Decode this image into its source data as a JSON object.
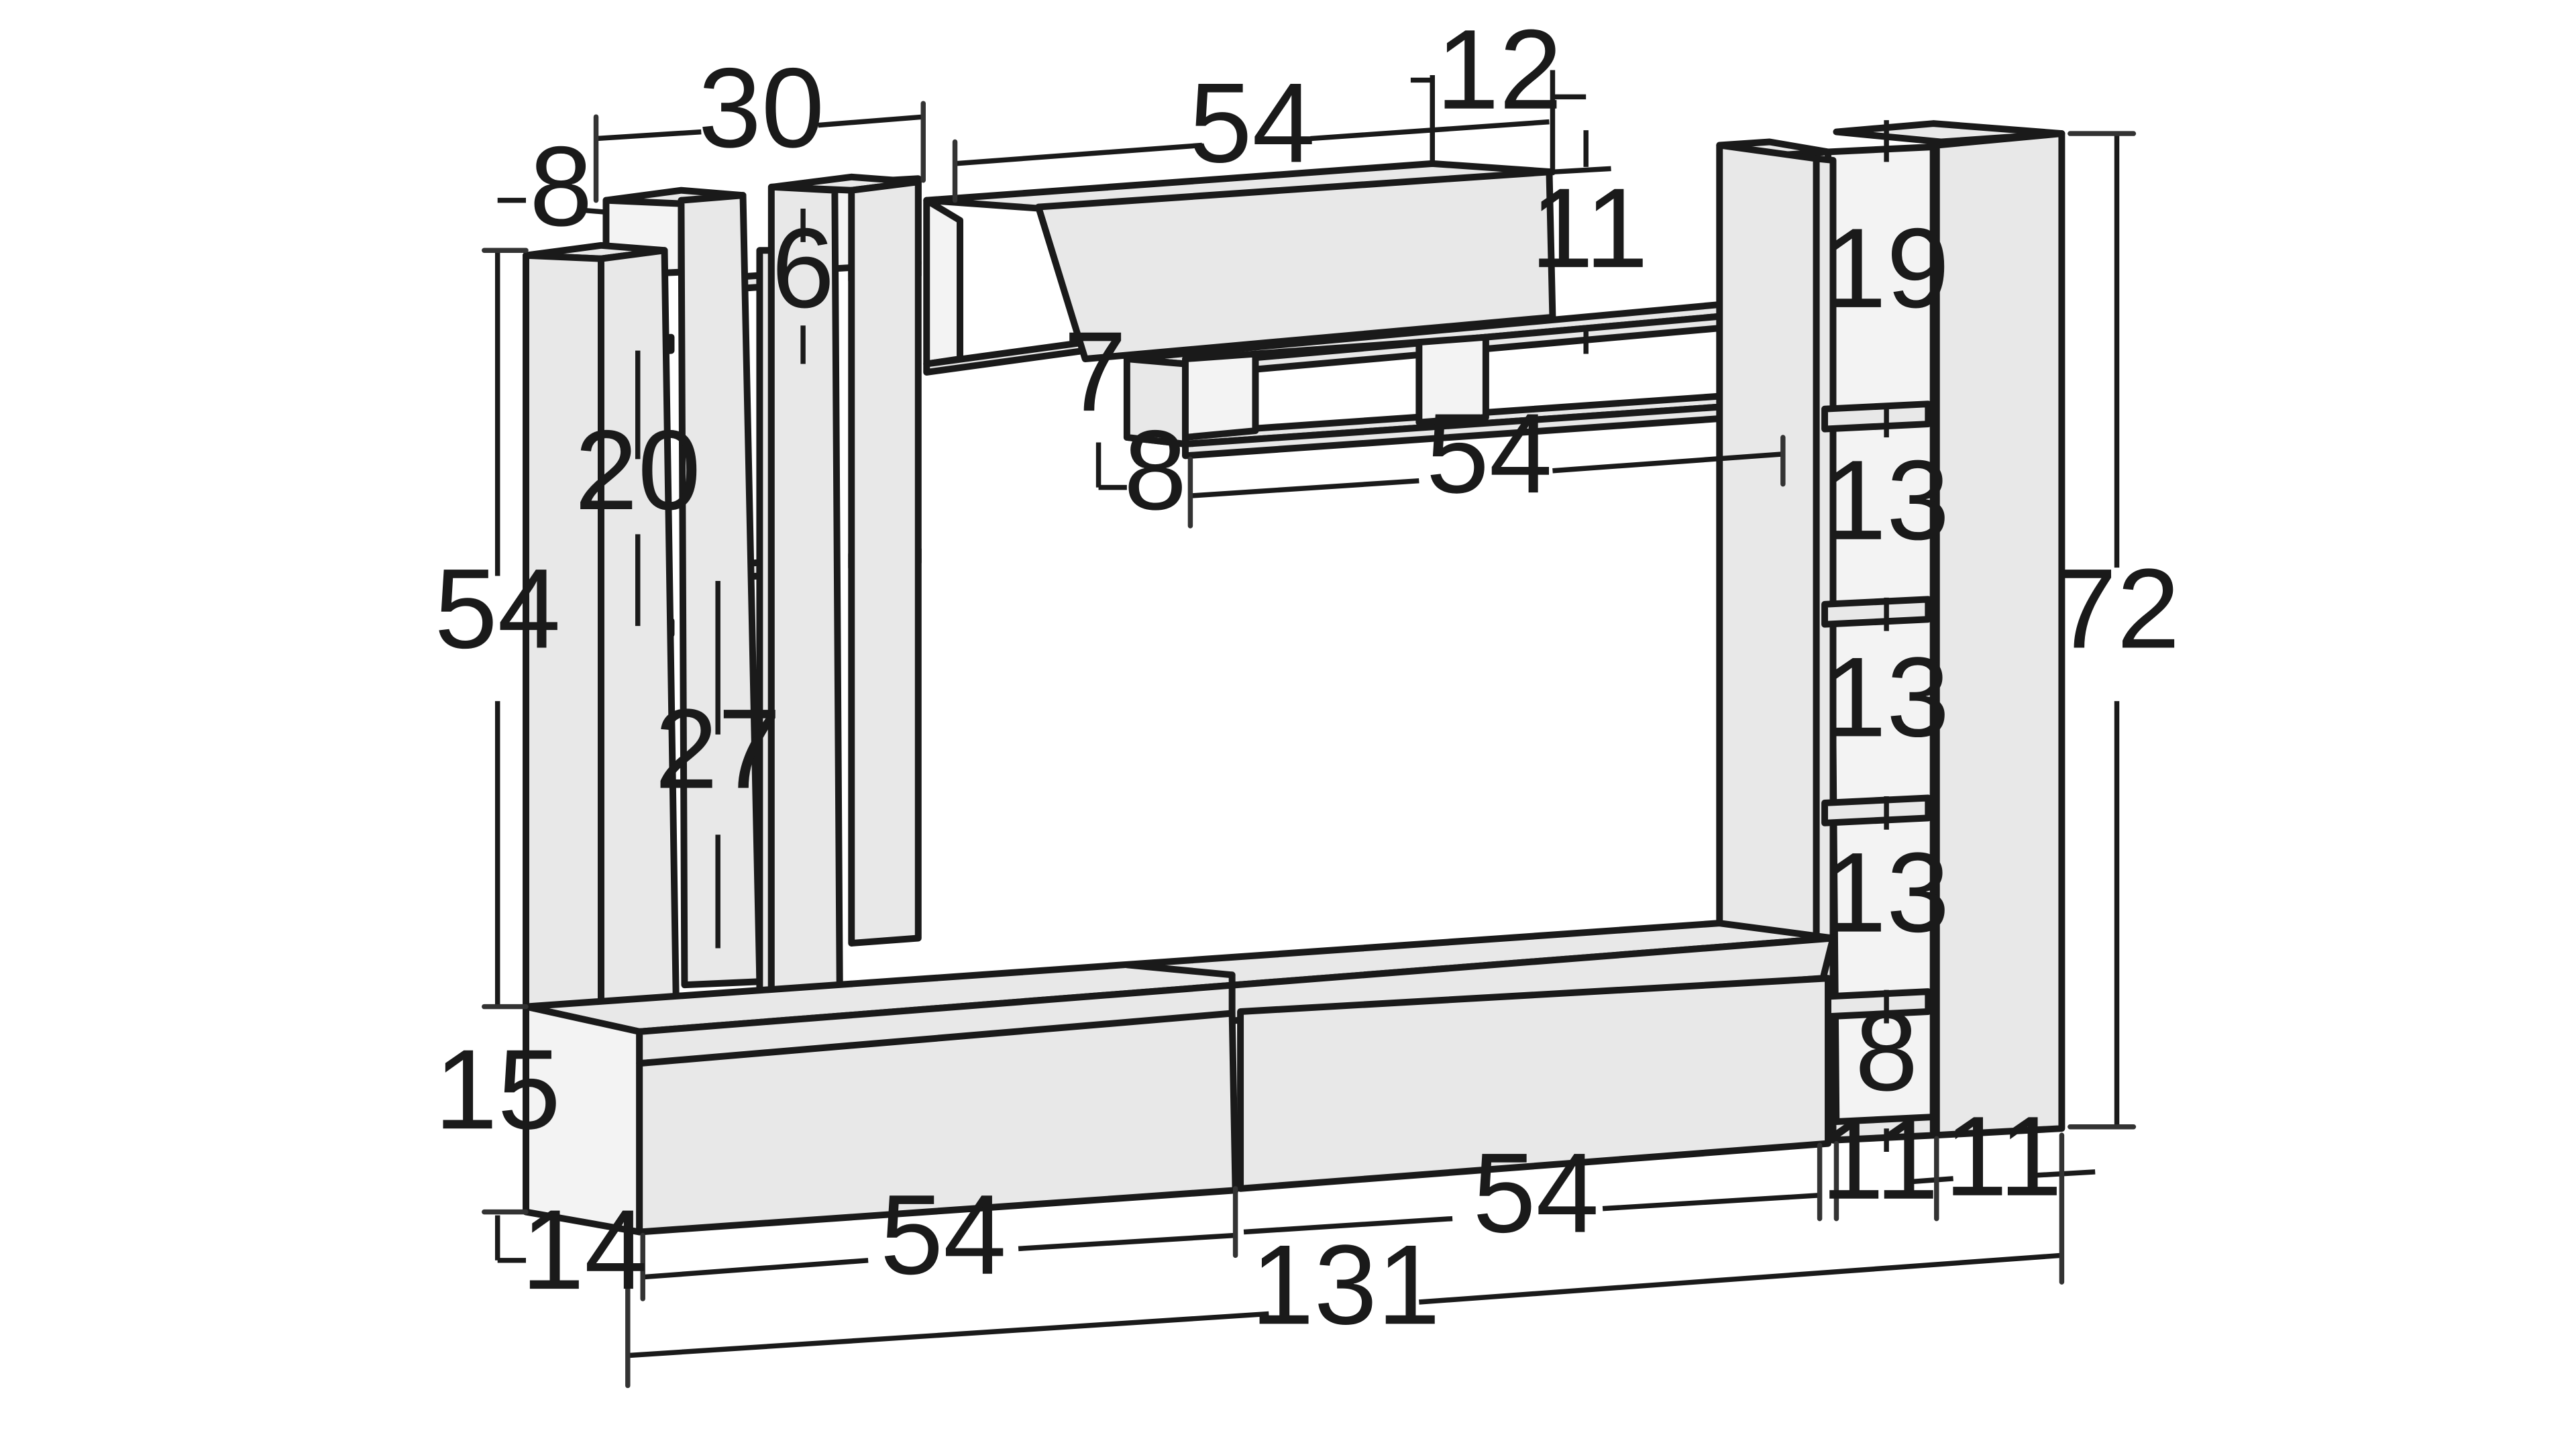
{
  "diagram": {
    "colors": {
      "line": "#1a1a1a",
      "panel": "#e8e8e8",
      "background": "#ffffff"
    },
    "dimensions": {
      "top_left_width": "30",
      "top_left_depth": "8",
      "left_height": "54",
      "shelf_gap_upper": "20",
      "shelf_gap_lower": "27",
      "small_gap": "6",
      "top_cabinet_width": "54",
      "top_cabinet_depth": "12",
      "top_cabinet_height": "11",
      "shelf_gap_mid": "7",
      "shelf_depth": "8",
      "shelf_width": "54",
      "tower_gap_top": "19",
      "tower_gap_2": "13",
      "tower_gap_3": "13",
      "tower_gap_4": "13",
      "tower_gap_bottom": "8",
      "tower_height": "72",
      "base_height": "15",
      "base_depth": "14",
      "base_left_width": "54",
      "base_right_width": "54",
      "tower_width_a": "11",
      "tower_width_b": "11",
      "total_width": "131"
    }
  }
}
